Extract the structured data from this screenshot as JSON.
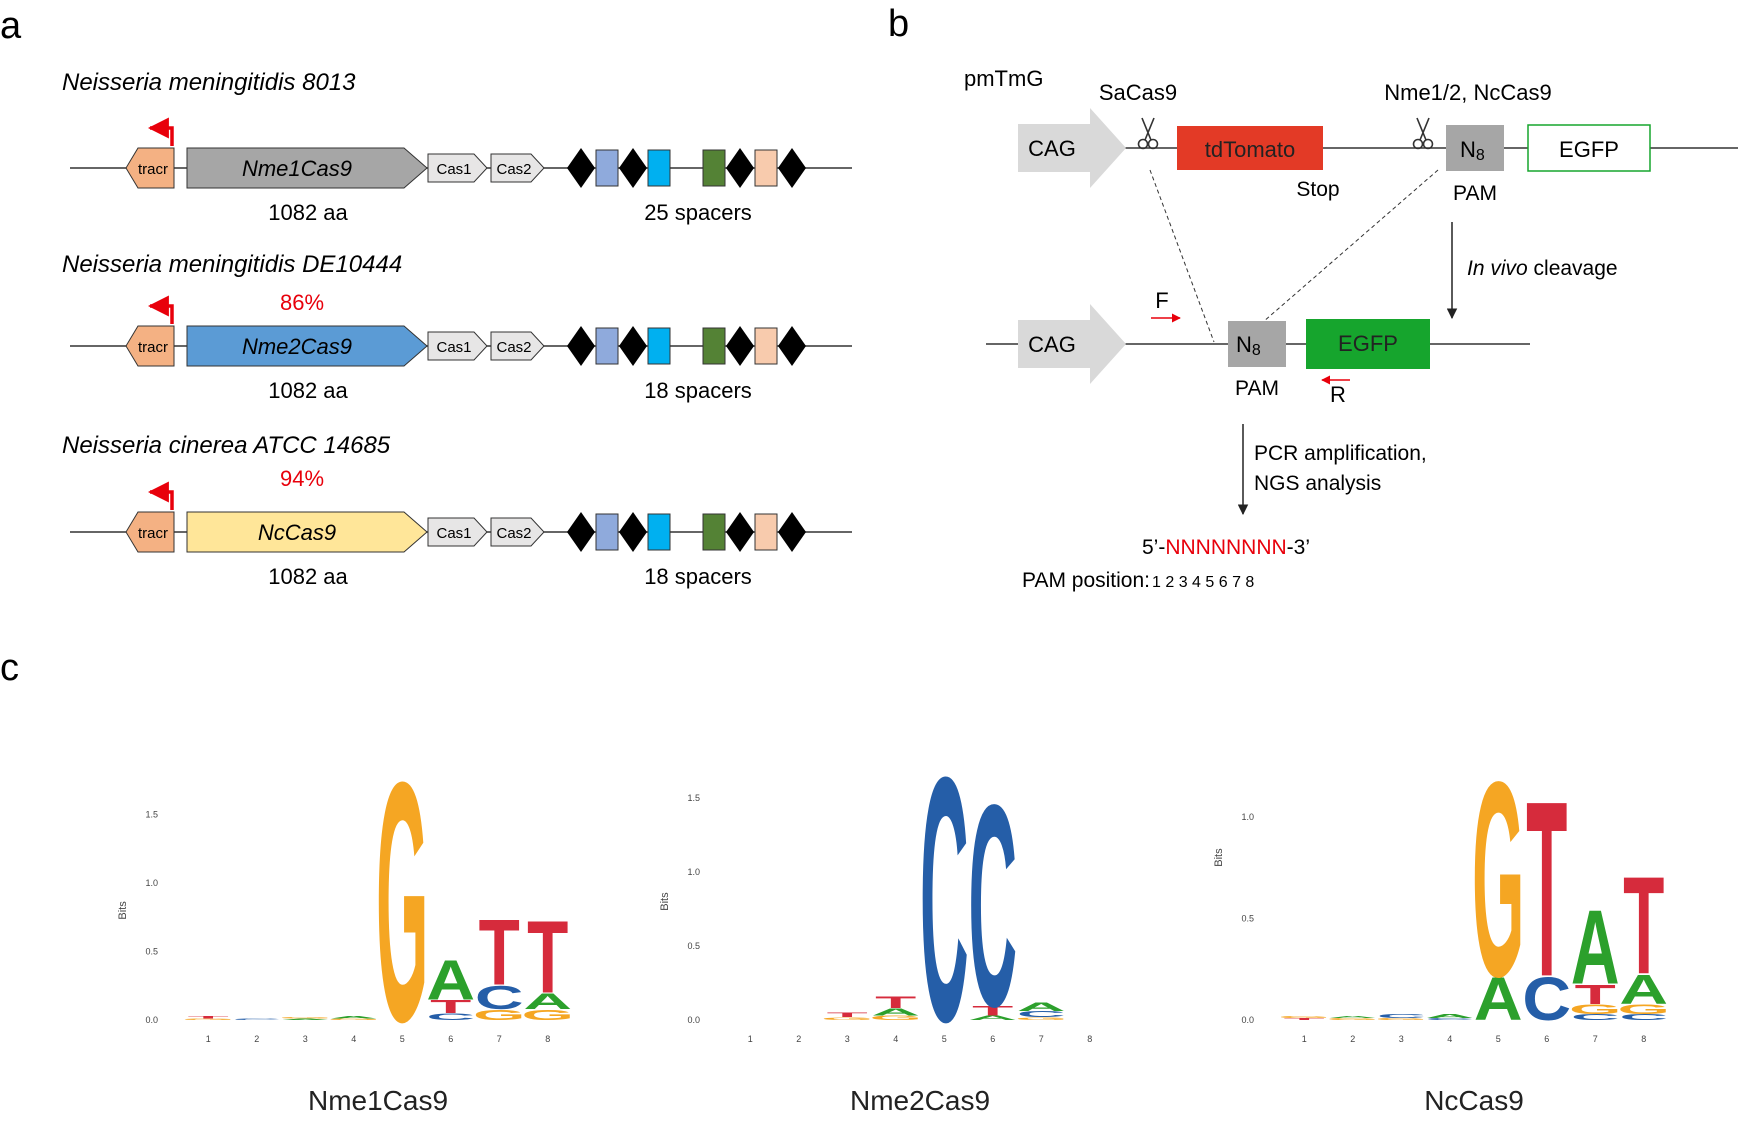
{
  "panels": {
    "a": {
      "letter": "a",
      "loci": [
        {
          "species": "Neisseria meningitidis 8013",
          "cas9": "Nme1Cas9",
          "identity": "",
          "length": "1082 aa",
          "spacers": "25 spacers",
          "color": "#a6a6a6"
        },
        {
          "species": "Neisseria meningitidis DE10444",
          "cas9": "Nme2Cas9",
          "identity": "86%",
          "length": "1082 aa",
          "spacers": "18 spacers",
          "color": "#5b9bd5"
        },
        {
          "species": "Neisseria cinerea ATCC 14685",
          "cas9": "NcCas9",
          "identity": "94%",
          "length": "1082 aa",
          "spacers": "18 spacers",
          "color": "#ffe699"
        }
      ],
      "tracr_label": "tracr",
      "cas1_label": "Cas1",
      "cas2_label": "Cas2"
    },
    "b": {
      "letter": "b",
      "construct": "pmTmG",
      "saCas9": "SaCas9",
      "nmeCas9": "Nme1/2, NcCas9",
      "cag": "CAG",
      "tdtomato": "tdTomato",
      "stop": "Stop",
      "n8": "N",
      "n8_sub": "8",
      "pam": "PAM",
      "egfp": "EGFP",
      "cleavage_em": "In vivo",
      "cleavage_rest": " cleavage",
      "primer_f": "F",
      "primer_r": "R",
      "pcr_line1": "PCR amplification,",
      "pcr_line2": "NGS analysis",
      "seq_prefix": "5’-",
      "seq_n": "NNNNNNNN",
      "seq_suffix": "-3’",
      "pam_position_label": "PAM position:",
      "pam_positions": "1 2 3 4 5 6 7 8"
    },
    "c": {
      "letter": "c",
      "ylabel": "Bits",
      "logos": [
        {
          "name": "Nme1Cas9"
        },
        {
          "name": "Nme2Cas9"
        },
        {
          "name": "NcCas9"
        }
      ]
    }
  },
  "chart_data": [
    {
      "type": "sequence-logo",
      "title": "Nme1Cas9",
      "ylabel": "Bits",
      "ylim": [
        0,
        1.85
      ],
      "yticks": [
        "0.0",
        "0.5",
        "1.0",
        "1.5"
      ],
      "positions": [
        "1",
        "2",
        "3",
        "4",
        "5",
        "6",
        "7",
        "8"
      ],
      "letters": [
        [
          {
            "base": "T",
            "bits": 0.02
          },
          {
            "base": "G",
            "bits": 0.01
          }
        ],
        [
          {
            "base": "C",
            "bits": 0.01
          }
        ],
        [
          {
            "base": "A",
            "bits": 0.01
          },
          {
            "base": "G",
            "bits": 0.01
          }
        ],
        [
          {
            "base": "A",
            "bits": 0.02
          },
          {
            "base": "G",
            "bits": 0.01
          }
        ],
        [
          {
            "base": "G",
            "bits": 1.82
          }
        ],
        [
          {
            "base": "A",
            "bits": 0.3
          },
          {
            "base": "T",
            "bits": 0.1
          },
          {
            "base": "C",
            "bits": 0.05
          }
        ],
        [
          {
            "base": "T",
            "bits": 0.5
          },
          {
            "base": "C",
            "bits": 0.18
          },
          {
            "base": "G",
            "bits": 0.08
          }
        ],
        [
          {
            "base": "T",
            "bits": 0.55
          },
          {
            "base": "A",
            "bits": 0.12
          },
          {
            "base": "G",
            "bits": 0.08
          }
        ]
      ]
    },
    {
      "type": "sequence-logo",
      "title": "Nme2Cas9",
      "ylabel": "Bits",
      "ylim": [
        0,
        1.75
      ],
      "yticks": [
        "0.0",
        "0.5",
        "1.0",
        "1.5"
      ],
      "positions": [
        "1",
        "2",
        "3",
        "4",
        "5",
        "6",
        "7",
        "8"
      ],
      "letters": [
        [],
        [],
        [
          {
            "base": "T",
            "bits": 0.03
          },
          {
            "base": "G",
            "bits": 0.02
          }
        ],
        [
          {
            "base": "T",
            "bits": 0.08
          },
          {
            "base": "A",
            "bits": 0.05
          },
          {
            "base": "G",
            "bits": 0.03
          }
        ],
        [
          {
            "base": "C",
            "bits": 1.72
          }
        ],
        [
          {
            "base": "C",
            "bits": 1.42
          },
          {
            "base": "T",
            "bits": 0.07
          },
          {
            "base": "A",
            "bits": 0.03
          }
        ],
        [
          {
            "base": "A",
            "bits": 0.06
          },
          {
            "base": "C",
            "bits": 0.04
          },
          {
            "base": "G",
            "bits": 0.02
          }
        ],
        []
      ]
    },
    {
      "type": "sequence-logo",
      "title": "NcCas9",
      "ylabel": "Bits",
      "ylim": [
        0,
        1.3
      ],
      "yticks": [
        "0.0",
        "0.5",
        "1.0"
      ],
      "positions": [
        "1",
        "2",
        "3",
        "4",
        "5",
        "6",
        "7",
        "8"
      ],
      "letters": [
        [
          {
            "base": "T",
            "bits": 0.01
          },
          {
            "base": "G",
            "bits": 0.01
          }
        ],
        [
          {
            "base": "G",
            "bits": 0.01
          },
          {
            "base": "A",
            "bits": 0.01
          }
        ],
        [
          {
            "base": "C",
            "bits": 0.02
          },
          {
            "base": "G",
            "bits": 0.01
          }
        ],
        [
          {
            "base": "A",
            "bits": 0.02
          },
          {
            "base": "C",
            "bits": 0.01
          }
        ],
        [
          {
            "base": "G",
            "bits": 1.0
          },
          {
            "base": "A",
            "bits": 0.22
          }
        ],
        [
          {
            "base": "T",
            "bits": 0.9
          },
          {
            "base": "C",
            "bits": 0.22
          }
        ],
        [
          {
            "base": "A",
            "bits": 0.38
          },
          {
            "base": "T",
            "bits": 0.1
          },
          {
            "base": "G",
            "bits": 0.05
          },
          {
            "base": "C",
            "bits": 0.03
          }
        ],
        [
          {
            "base": "T",
            "bits": 0.5
          },
          {
            "base": "A",
            "bits": 0.15
          },
          {
            "base": "G",
            "bits": 0.05
          },
          {
            "base": "C",
            "bits": 0.03
          }
        ]
      ]
    }
  ],
  "colors": {
    "A": "#2ca02c",
    "C": "#255ea8",
    "G": "#f5a623",
    "T": "#d62b3c",
    "red": "#e8000b",
    "tracr": "#f4b183",
    "tdtomato": "#e33a26",
    "egfp": "#16a52d",
    "n8": "#a6a6a6",
    "cag": "#d9d9d9",
    "spacer1": "#8faadc",
    "spacer2": "#00b0f0",
    "spacer3": "#548235",
    "spacer4": "#f8cbad"
  }
}
